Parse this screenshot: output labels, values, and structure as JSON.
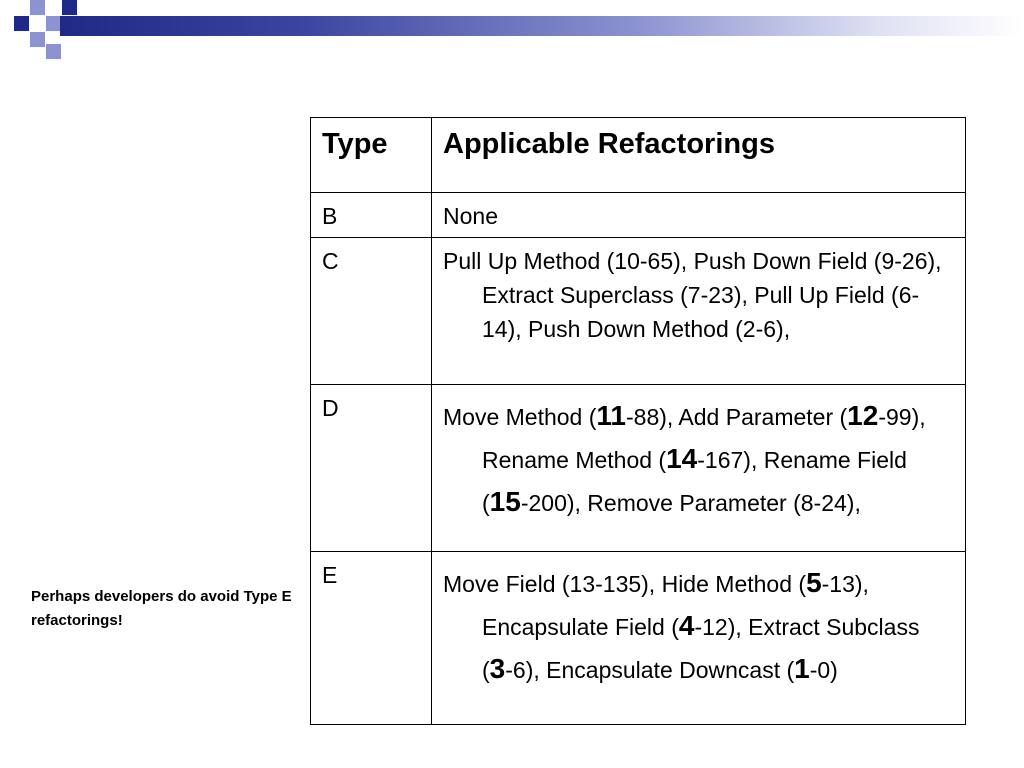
{
  "table": {
    "header": {
      "type": "Type",
      "refactorings": "Applicable Refactorings"
    },
    "rows": [
      {
        "type": "B",
        "refactorings": [
          {
            "text": "None"
          }
        ]
      },
      {
        "type": "C",
        "refactorings": [
          {
            "text": "Pull Up Method (10-65), Push Down Field (9-26), Extract Superclass (7-23), Pull Up Field (6-14), Push Down Method (2-6),"
          }
        ]
      },
      {
        "type": "D",
        "refactorings": [
          {
            "text": "Move Method ("
          },
          {
            "text": "11",
            "emphasis": true
          },
          {
            "text": "-88), Add Parameter ("
          },
          {
            "text": "12",
            "emphasis": true
          },
          {
            "text": "-99), Rename Method ("
          },
          {
            "text": "14",
            "emphasis": true
          },
          {
            "text": "-167), Rename Field ("
          },
          {
            "text": "15",
            "emphasis": true
          },
          {
            "text": "-200), Remove Parameter (8-24),"
          }
        ]
      },
      {
        "type": "E",
        "refactorings": [
          {
            "text": "Move Field (13-135), Hide Method ("
          },
          {
            "text": "5",
            "emphasis": true
          },
          {
            "text": "-13), Encapsulate Field ("
          },
          {
            "text": "4",
            "emphasis": true
          },
          {
            "text": "-12), Extract Subclass ("
          },
          {
            "text": "3",
            "emphasis": true
          },
          {
            "text": "-6), Encapsulate Downcast ("
          },
          {
            "text": "1",
            "emphasis": true
          },
          {
            "text": "-0)"
          }
        ]
      }
    ]
  },
  "note": "Perhaps developers do avoid Type E refactorings!",
  "colors": {
    "navy": "#1f2a86",
    "lavender": "#8c93d0"
  }
}
